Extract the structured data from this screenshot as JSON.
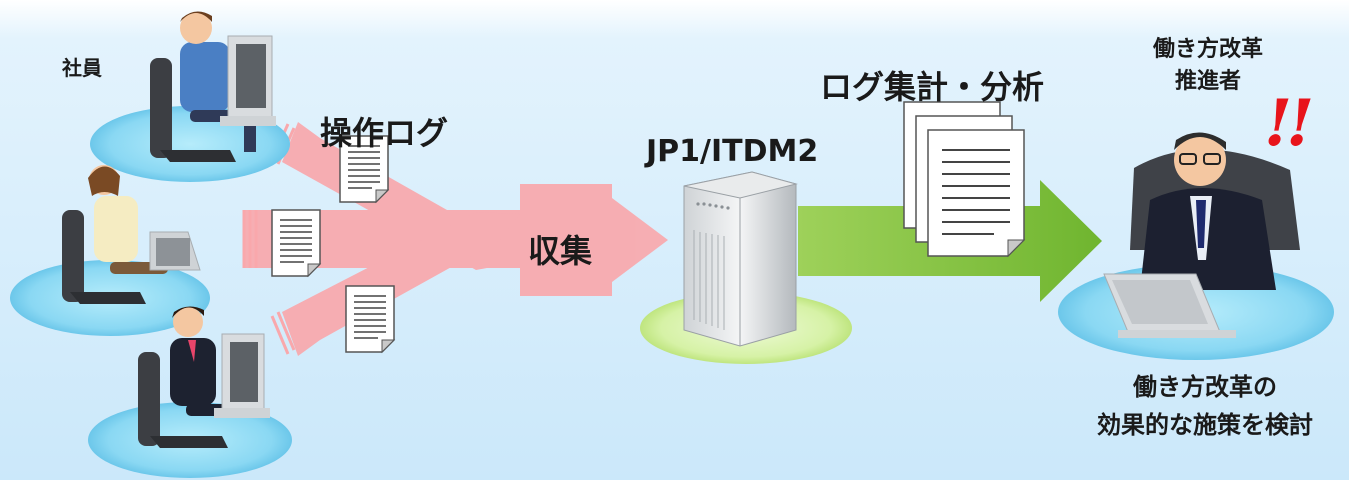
{
  "labels": {
    "employee": "社員",
    "operation_log": "操作ログ",
    "collect": "収集",
    "product": "JP1/ITDM2",
    "aggregate_analyze": "ログ集計・分析",
    "promoter_line1": "働き方改革",
    "promoter_line2": "推進者",
    "consider_line1": "働き方改革の",
    "consider_line2": "効果的な施策を検討",
    "exclaim": "!!"
  },
  "colors": {
    "background_top": "#ffffff",
    "background_main": "#cfe9fb",
    "employee_disc": "#8ad8f3",
    "flow_arrow": "#f9a8ac",
    "server_disc": "#d6f2a6",
    "analysis_arrow": "#84c341",
    "exclaim": "#e8141b"
  },
  "icons": [
    "employee-male-blue-shirt-icon",
    "employee-female-icon",
    "employee-male-suit-icon",
    "log-document-icon",
    "server-tower-icon",
    "report-stack-icon",
    "manager-with-laptop-icon"
  ]
}
